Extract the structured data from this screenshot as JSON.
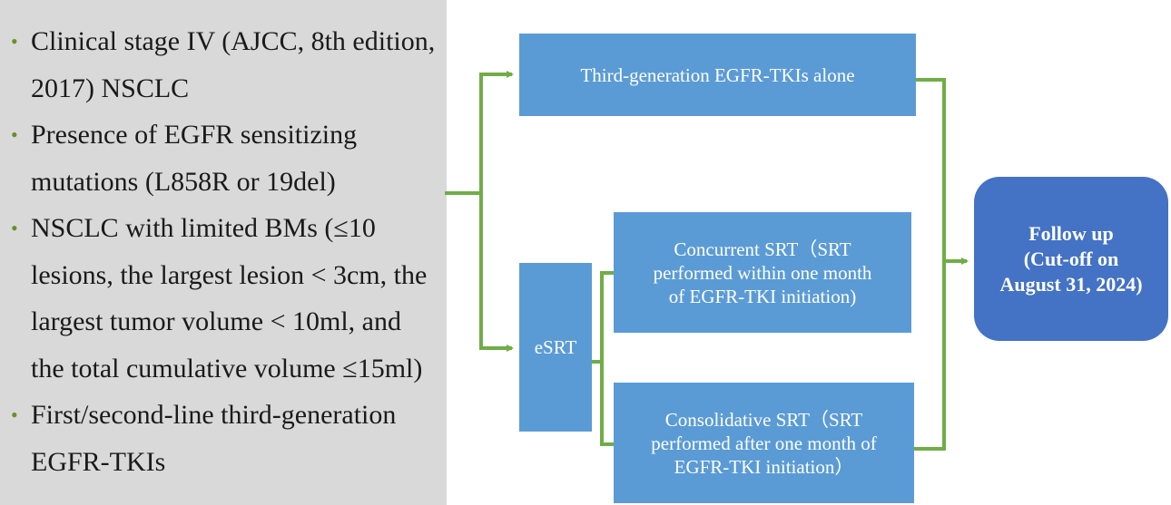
{
  "criteria": [
    {
      "lines": [
        "Clinical stage IV (AJCC, 8th edition,",
        "2017)  NSCLC"
      ]
    },
    {
      "lines": [
        "Presence of EGFR sensitizing",
        "mutations (L858R or 19del)"
      ]
    },
    {
      "lines": [
        "NSCLC with limited BMs (≤10",
        "lesions, the largest lesion < 3cm, the",
        "largest tumor volume < 10ml, and",
        "the total cumulative volume ≤15ml)"
      ]
    },
    {
      "lines": [
        "First/second-line third-generation",
        "EGFR-TKIs"
      ]
    }
  ],
  "bullet_char": "•",
  "colors": {
    "panel_bg": "#d9d9d9",
    "box_blue": "#5b9bd5",
    "followup_blue": "#4472c4",
    "arrow_green": "#70ad47",
    "bullet_green": "#6a8f2e"
  },
  "boxes": {
    "tki_alone": "Third-generation EGFR-TKIs alone",
    "esrt": "eSRT",
    "concurrent": "Concurrent SRT（SRT\nperformed within one month\nof EGFR-TKI initiation)",
    "consolidative": "Consolidative SRT（SRT\nperformed after one month of\nEGFR-TKI initiation）",
    "followup": "Follow up\n(Cut-off on\nAugust 31, 2024)"
  }
}
